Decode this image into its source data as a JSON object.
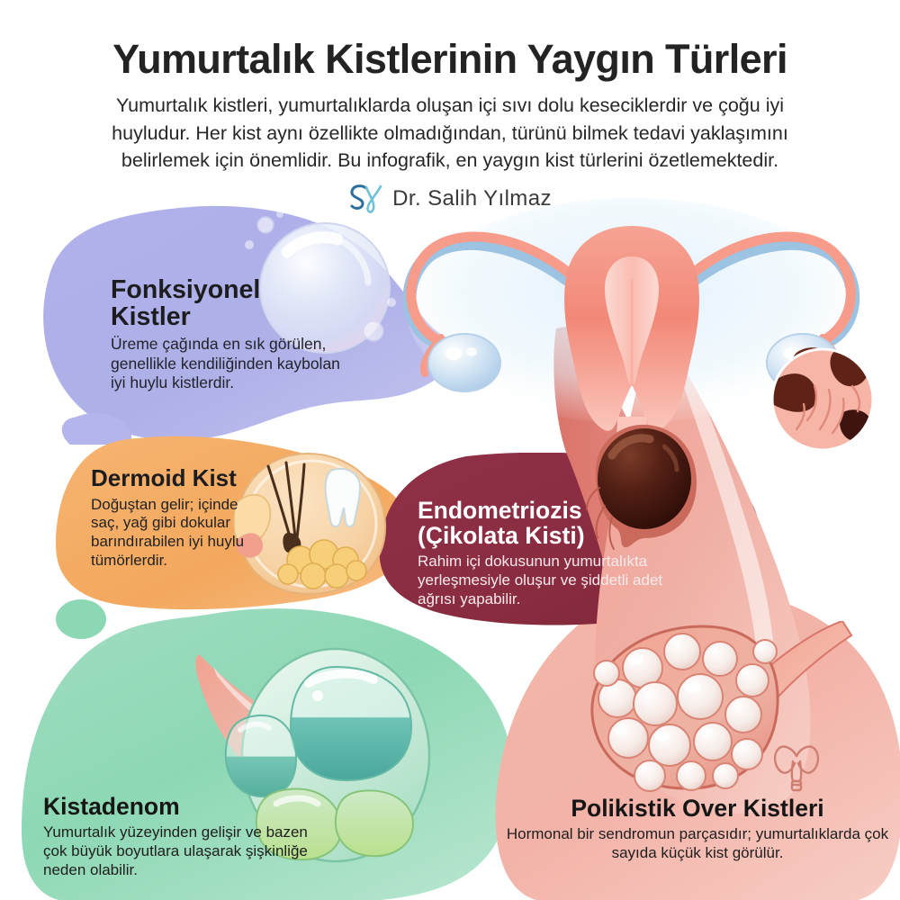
{
  "header": {
    "title": "Yumurtalık Kistlerinin Yaygın Türleri",
    "subtitle": "Yumurtalık kistleri, yumurtalıklarda oluşan içi sıvı dolu keseciklerdir ve çoğu iyi huyludur. Her kist aynı özellikte olmadığından, türünü bilmek tedavi yaklaşımını belirlemek için önemlidir. Bu infografik, en yaygın kist türlerini özetlemektedir.",
    "byline": "Dr. Salih Yılmaz",
    "logo_monogram": "SY"
  },
  "cards": [
    {
      "id": "fonksiyonel",
      "title": "Fonksiyonel Kistler",
      "description": "Üreme çağında en sık görülen, genellikle kendiliğinden kaybolan iyi huylu kistlerdir.",
      "blob_color": "#aeb0e8",
      "text_color": "#1d1d1f",
      "illustration": "soap-bubble"
    },
    {
      "id": "dermoid",
      "title": "Dermoid Kist",
      "description": "Doğuştan gelir; içinde saç, yağ gibi dokular barındırabilen iyi huylu tümörlerdir.",
      "blob_color": "#f4ab62",
      "text_color": "#1d1d1f",
      "illustration": "dermoid-cyst"
    },
    {
      "id": "endometriozis",
      "title": "Endometriozis (Çikolata Kisti)",
      "description": "Rahim içi dokusunun yumurtalıkta yerleşmesiyle oluşur ve şiddetli adet ağrısı yapabilir.",
      "blob_color": "#8c2e42",
      "text_color": "#ffffff",
      "illustration": "chocolate-cyst"
    },
    {
      "id": "kistadenom",
      "title": "Kistadenom",
      "description": "Yumurtalık yüzeyinden gelişir ve bazen çok büyük boyutlara ulaşarak şişkinliğe neden olabilir.",
      "blob_color": "#92d9b7",
      "text_color": "#161616",
      "illustration": "multilocular-cyst"
    },
    {
      "id": "polikistik",
      "title": "Polikistik Over Kistleri",
      "description": "Hormonal bir sendromun parçasıdır; yumurtalıklarda çok sayıda küçük kist görülür.",
      "blob_color": "#f3b3a8",
      "text_color": "#161616",
      "illustration": "polycystic-ovary"
    }
  ],
  "illustrations": {
    "uterus": "uterus-with-fallopian-tubes-and-ovaries",
    "tissue_inset": "endometrial-tissue-closeup",
    "uterus_icon": "uterus-outline-icon"
  },
  "palette": {
    "background": "#ffffff",
    "title_color": "#232323",
    "lavender": "#aeb0e8",
    "orange": "#f4ab62",
    "dark_red": "#8c2e42",
    "green": "#92d9b7",
    "pink": "#f3b3a8",
    "uterus_pink": "#f28e7d",
    "chocolate_brown": "#4a2017"
  }
}
